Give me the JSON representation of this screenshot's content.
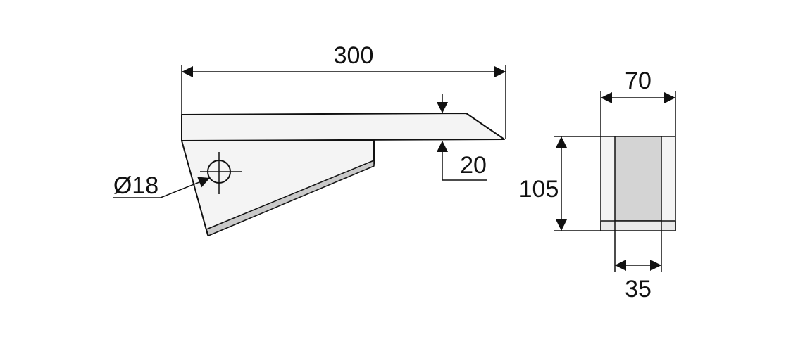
{
  "dimensions": {
    "length": "300",
    "thickness": "20",
    "hole_diameter": "Ø18",
    "width": "70",
    "height": "105",
    "inner_width": "35"
  },
  "colors": {
    "line": "#111111",
    "body_fill": "#f4f4f4",
    "inner_fill": "#d4d4d4",
    "strip_fill": "#c9c9c9"
  }
}
